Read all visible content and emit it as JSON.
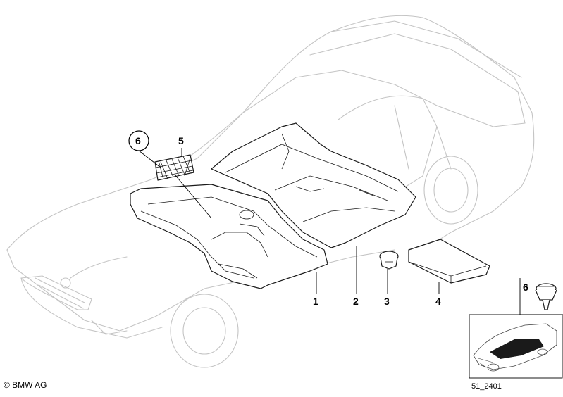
{
  "callouts": {
    "c1": "1",
    "c2": "2",
    "c3": "3",
    "c4": "4",
    "c5": "5",
    "c6_circled": "6",
    "c6_inset": "6"
  },
  "footer": {
    "copyright": "© BMW AG",
    "diagram_code": "51_2401"
  },
  "colors": {
    "car_outline": "#c4c4c4",
    "part_outline": "#1a1a1a",
    "inset_fill": "#1a1a1a"
  }
}
